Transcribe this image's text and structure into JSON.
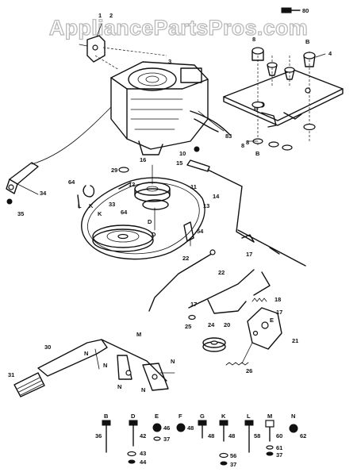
{
  "watermark": "AppliancePartsPros.com",
  "callouts": [
    {
      "id": "c1",
      "text": "1"
    },
    {
      "id": "c2",
      "text": "2"
    },
    {
      "id": "c3",
      "text": "3"
    },
    {
      "id": "c4",
      "text": "4"
    },
    {
      "id": "c5",
      "text": "8"
    },
    {
      "id": "c6",
      "text": "80"
    },
    {
      "id": "c7",
      "text": "B"
    },
    {
      "id": "c8",
      "text": "B"
    },
    {
      "id": "c9",
      "text": "8"
    },
    {
      "id": "c10",
      "text": "B"
    },
    {
      "id": "c11",
      "text": "83"
    },
    {
      "id": "c12",
      "text": "10"
    },
    {
      "id": "c13",
      "text": "15"
    },
    {
      "id": "c14",
      "text": "16"
    },
    {
      "id": "c15",
      "text": "29"
    },
    {
      "id": "c16",
      "text": "11"
    },
    {
      "id": "c17",
      "text": "14"
    },
    {
      "id": "c18",
      "text": "34"
    },
    {
      "id": "c19",
      "text": "35"
    },
    {
      "id": "c20",
      "text": "64"
    },
    {
      "id": "c21",
      "text": "K"
    },
    {
      "id": "c22",
      "text": "12"
    },
    {
      "id": "c23",
      "text": "13"
    },
    {
      "id": "c24",
      "text": "33"
    },
    {
      "id": "c25",
      "text": "64"
    },
    {
      "id": "c26",
      "text": "D"
    },
    {
      "id": "c27",
      "text": "54"
    },
    {
      "id": "c28",
      "text": "22"
    },
    {
      "id": "c29",
      "text": "22"
    },
    {
      "id": "c30",
      "text": "17"
    },
    {
      "id": "c31",
      "text": "18"
    },
    {
      "id": "c32",
      "text": "17"
    },
    {
      "id": "c33",
      "text": "17"
    },
    {
      "id": "c34",
      "text": "20"
    },
    {
      "id": "c35",
      "text": "E"
    },
    {
      "id": "c36",
      "text": "21"
    },
    {
      "id": "c37",
      "text": "24"
    },
    {
      "id": "c38",
      "text": "26"
    },
    {
      "id": "c39",
      "text": "25"
    },
    {
      "id": "c40",
      "text": "30"
    },
    {
      "id": "c41",
      "text": "M"
    },
    {
      "id": "c42",
      "text": "N"
    },
    {
      "id": "c43",
      "text": "N"
    },
    {
      "id": "c44",
      "text": "N"
    },
    {
      "id": "c45",
      "text": "N"
    },
    {
      "id": "c46",
      "text": "N"
    },
    {
      "id": "c47",
      "text": "31"
    },
    {
      "id": "c48",
      "text": "K"
    },
    {
      "id": "c49",
      "text": "8"
    },
    {
      "id": "c50",
      "text": "L"
    },
    {
      "id": "c51",
      "text": "D"
    }
  ],
  "hardware_legend": [
    {
      "letter": "B",
      "part": "36"
    },
    {
      "letter": "D",
      "part": "42"
    },
    {
      "letter": "E",
      "part": "46",
      "extra": [
        "37"
      ]
    },
    {
      "letter": "F",
      "part": "48"
    },
    {
      "letter": "G",
      "part": "48"
    },
    {
      "letter": "K",
      "part": "48",
      "extra": [
        "56",
        "37"
      ]
    },
    {
      "letter": "L",
      "part": "58"
    },
    {
      "letter": "M",
      "part": "60",
      "extra": [
        "61",
        "37"
      ]
    },
    {
      "letter": "N",
      "part": "62"
    }
  ],
  "hardware_extra_labels": [
    "43",
    "44"
  ]
}
